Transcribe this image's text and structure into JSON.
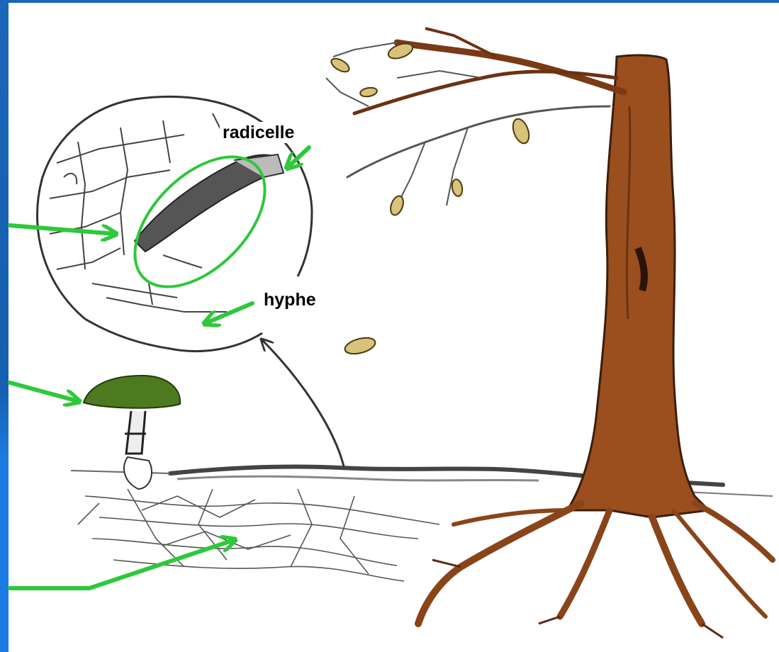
{
  "labels": {
    "radicelle": "radicelle",
    "hyphe": "hyphe"
  },
  "colors": {
    "slide_blue": "#1a66b8",
    "arrow_green": "#2ec83a",
    "bark_brown": "#9b4e1e",
    "mushroom_green": "#4e7a1f"
  },
  "icons": [
    "tree",
    "mushroom",
    "magnifier-circle",
    "mycelium-network",
    "leaf"
  ]
}
